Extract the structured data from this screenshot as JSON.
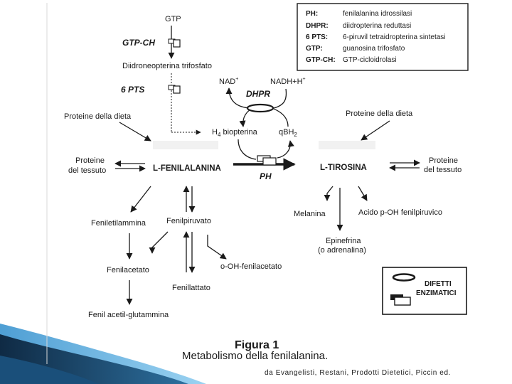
{
  "diagram": {
    "nodes": {
      "gtp": "GTP",
      "dihydroneopterin": "Diidroneopterina trifosfato",
      "nad": "NAD",
      "nad_sup": "+",
      "nadh": "NADH+H",
      "nadh_sup": "+",
      "h4_prefix": "H",
      "h4_sub": "4",
      "h4_rest": " biopterina",
      "qbh_prefix": "qBH",
      "qbh_sub": "2",
      "proteins_diet_left": "Proteine della dieta",
      "proteins_diet_right": "Proteine della dieta",
      "proteins_tissue_left_1": "Proteine",
      "proteins_tissue_left_2": "del tessuto",
      "proteins_tissue_right_1": "Proteine",
      "proteins_tissue_right_2": "del tessuto",
      "phenylalanine": "L-FENILALANINA",
      "tyrosine": "L-TIROSINA",
      "phenylethylamine": "Feniletilammina",
      "phenylpyruvate": "Fenilpiruvato",
      "phenylacetate": "Fenilacetato",
      "oh_phenylacetate": "o-OH-fenilacetato",
      "phenyllactate": "Fenillattato",
      "phenylacetylglutamine": "Fenil acetil-glutammina",
      "melanin": "Melanina",
      "p_oh_phenylpyruvic": "Acido p-OH fenilpiruvico",
      "epinephrine_1": "Epinefrina",
      "epinephrine_2": "(o adrenalina)"
    },
    "enzymes": {
      "gtp_ch": "GTP-CH",
      "pts": "6 PTS",
      "dhpr": "DHPR",
      "ph": "PH"
    },
    "legend": [
      {
        "abbr": "PH:",
        "name": "fenilalanina idrossilasi"
      },
      {
        "abbr": "DHPR:",
        "name": "diidropterina reduttasi"
      },
      {
        "abbr": "6 PTS:",
        "name": "6-piruvil tetraidropterina sintetasi"
      },
      {
        "abbr": "GTP:",
        "name": "guanosina trifosfato"
      },
      {
        "abbr": "GTP-CH:",
        "name": "GTP-cicloidrolasi"
      }
    ],
    "defects_key": {
      "line1": "DIFETTI",
      "line2": "ENZIMATICI"
    },
    "figure": {
      "label": "Figura 1",
      "caption": "Metabolismo della fenilalanina."
    }
  },
  "source_note": "da Evangelisti, Restani, Prodotti Dietetici, Piccin ed.",
  "colors": {
    "ink": "#1a1a1a",
    "slide_accent_dark": "#1d3f5e",
    "slide_accent_light": "#4aa3d8",
    "background": "#ffffff"
  }
}
